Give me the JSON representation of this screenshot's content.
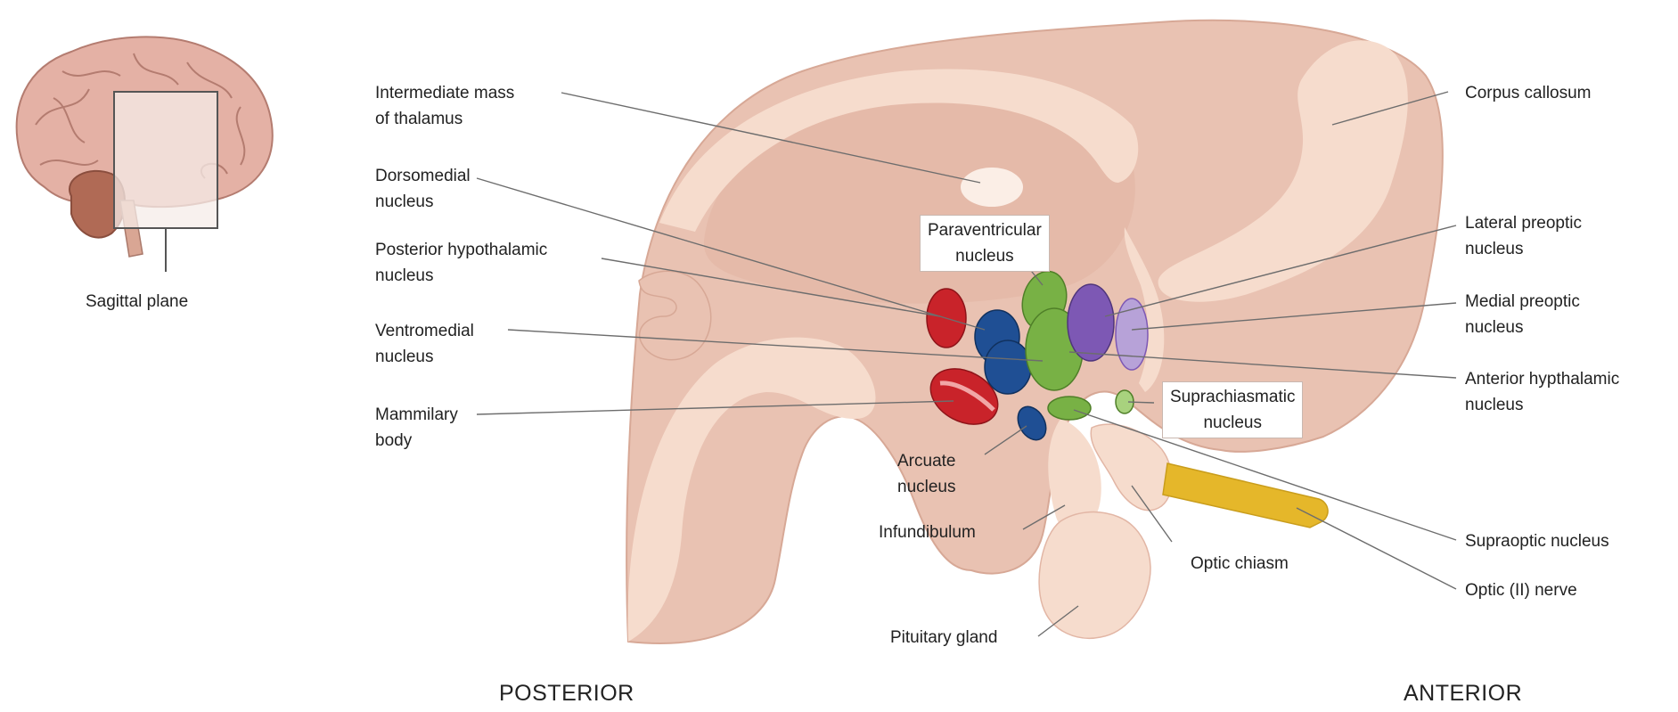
{
  "inset": {
    "caption": "Sagittal plane"
  },
  "labels": {
    "intermediate_mass": [
      "Intermediate mass",
      "of thalamus"
    ],
    "dorsomedial": [
      "Dorsomedial",
      "nucleus"
    ],
    "posterior_hypothalamic": [
      "Posterior hypothalamic",
      "nucleus"
    ],
    "ventromedial": [
      "Ventromedial",
      "nucleus"
    ],
    "mammilary": [
      "Mammilary",
      "body"
    ],
    "paraventricular": [
      "Paraventricular",
      "nucleus"
    ],
    "arcuate": [
      "Arcuate",
      "nucleus"
    ],
    "infundibulum": [
      "Infundibulum"
    ],
    "pituitary": [
      "Pituitary gland"
    ],
    "optic_chiasm": [
      "Optic chiasm"
    ],
    "corpus_callosum": [
      "Corpus callosum"
    ],
    "lateral_preoptic": [
      "Lateral preoptic",
      "nucleus"
    ],
    "medial_preoptic": [
      "Medial preoptic",
      "nucleus"
    ],
    "anterior_hypothalamic": [
      "Anterior hypthalamic",
      "nucleus"
    ],
    "suprachiasmatic": [
      "Suprachiasmatic",
      "nucleus"
    ],
    "supraoptic": [
      "Supraoptic nucleus"
    ],
    "optic_nerve": [
      "Optic (II) nerve"
    ]
  },
  "directions": {
    "posterior": "POSTERIOR",
    "anterior": "ANTERIOR"
  },
  "colors": {
    "tissue": "#e9c2b2",
    "tissue_dark": "#d7a896",
    "tissue_light": "#f6dccd",
    "tissue_pale": "#fbeee6",
    "red": "#c9232a",
    "blue": "#1f4f94",
    "green": "#78b145",
    "purple": "#7d58b4",
    "lavender": "#b7a2d8",
    "yellow": "#e5b72a",
    "line": "#6d6d6d"
  }
}
